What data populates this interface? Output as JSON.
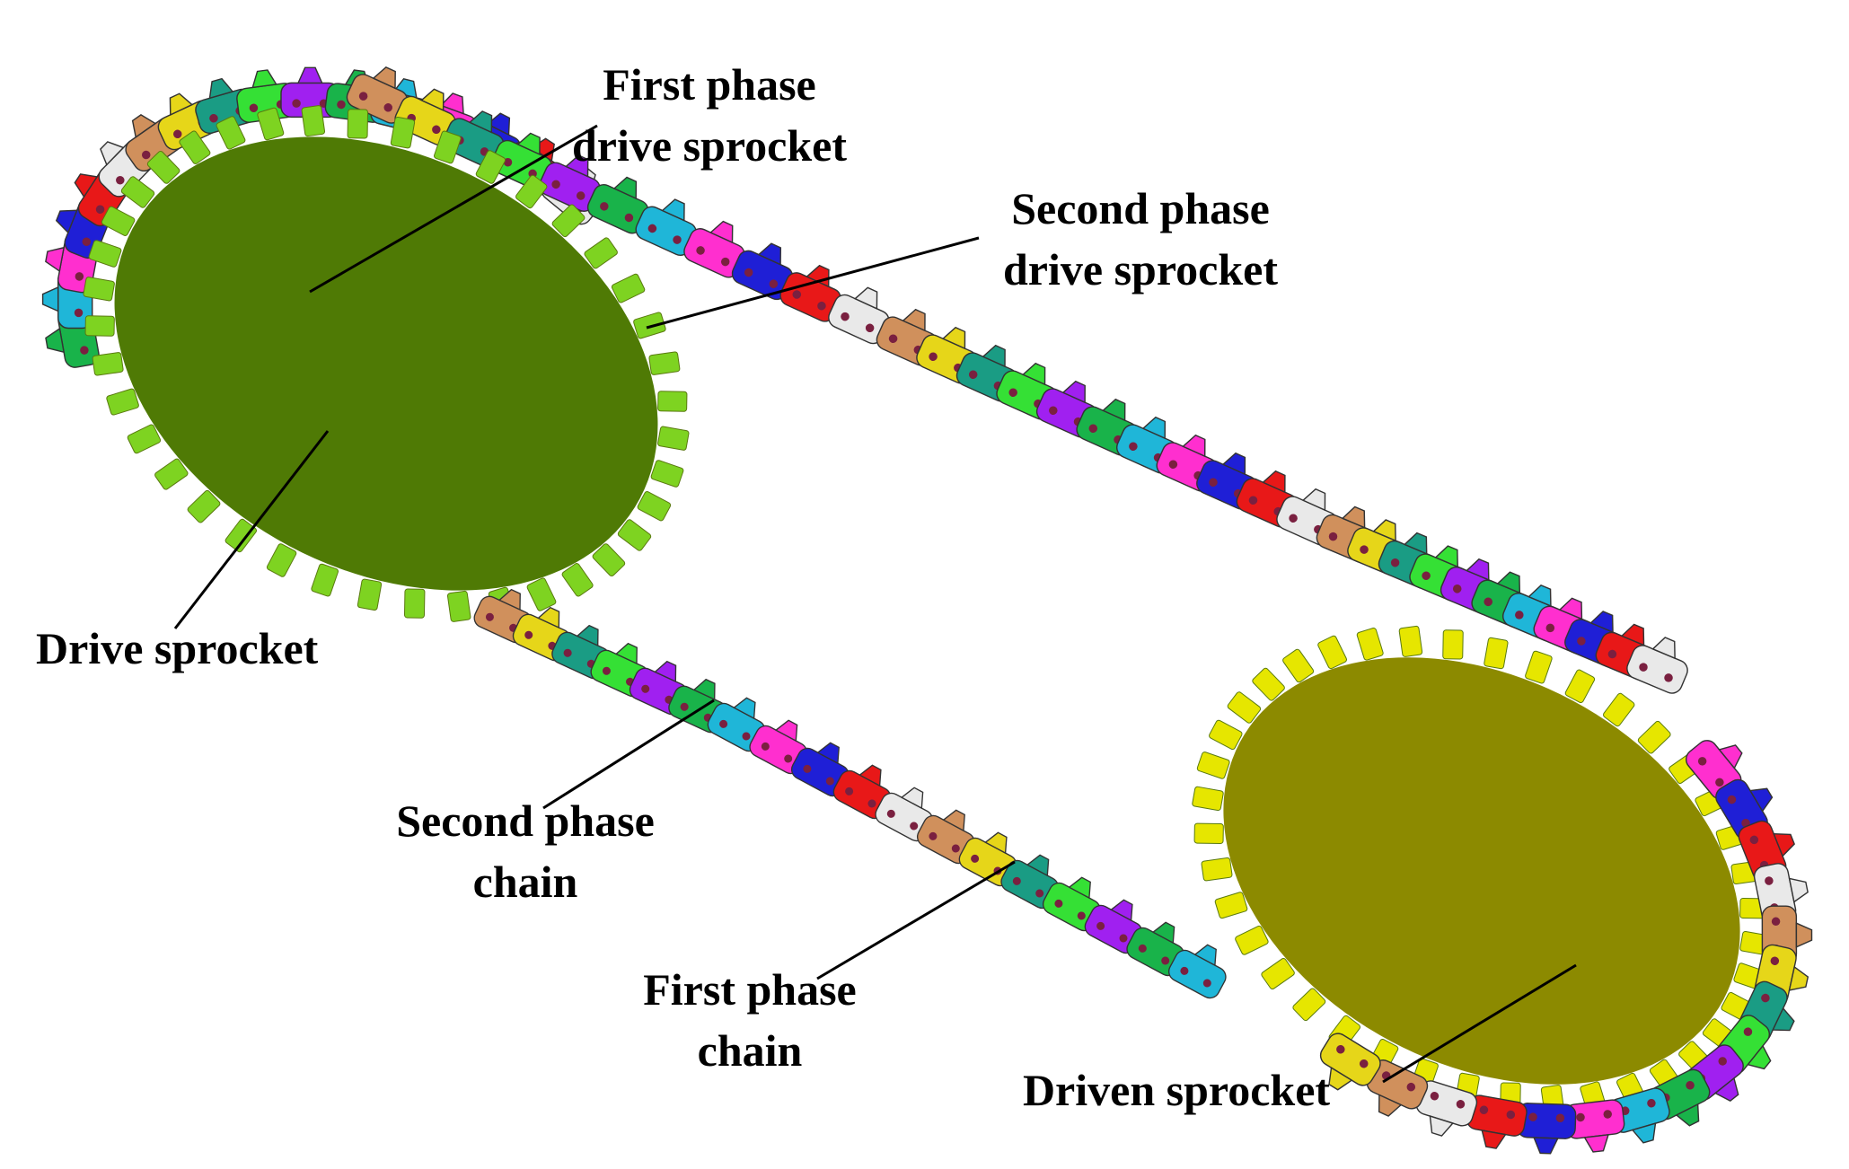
{
  "labels": {
    "first_phase_drive_sprocket": [
      "First phase",
      "drive sprocket"
    ],
    "second_phase_drive_sprocket": [
      "Second phase",
      "drive sprocket"
    ],
    "drive_sprocket": "Drive sprocket",
    "second_phase_chain": [
      "Second phase",
      "chain"
    ],
    "first_phase_chain": [
      "First phase",
      "chain"
    ],
    "driven_sprocket": "Driven sprocket"
  },
  "colors": {
    "drive_sprocket": "#4f7a05",
    "drive_sprocket_teeth": "#7ed321",
    "driven_sprocket": "#8c8a00",
    "driven_sprocket_teeth": "#e6e600",
    "leader_line": "#000000",
    "chain_links": [
      "#19b34a",
      "#1fb6d8",
      "#ff2fcf",
      "#1f1fd6",
      "#e81818",
      "#e9e9e9",
      "#d0905c",
      "#e6d619",
      "#1a9c84",
      "#35e035",
      "#a020f0"
    ]
  }
}
